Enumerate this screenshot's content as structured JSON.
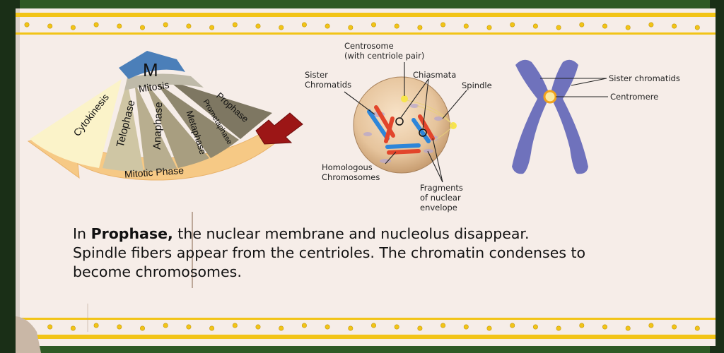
{
  "cycle": {
    "center_label": "M",
    "mitosis_label": "Mitosis",
    "phases": [
      "Prophase",
      "Prometaphase",
      "Metaphase",
      "Anaphase",
      "Telophase",
      "Cytokinesis"
    ],
    "arrow_label": "Mitotic Phase"
  },
  "cell": {
    "centrosome": "Centrosome",
    "centrosome_note": "(with centriole pair)",
    "sister_chromatids_1": "Sister",
    "sister_chromatids_2": "Chromatids",
    "chiasmata": "Chiasmata",
    "spindle": "Spindle",
    "homologous_1": "Homologous",
    "homologous_2": "Chromosomes",
    "fragments_1": "Fragments",
    "fragments_2": "of nuclear",
    "fragments_3": "envelope"
  },
  "chromosome": {
    "sister_chromatids": "Sister chromatids",
    "centromere": "Centromere"
  },
  "description": {
    "intro": "In ",
    "phase": "Prophase,",
    "rest": " the nuclear membrane and nucleolus disappear.",
    "line2": "Spindle fibers appear from the centrioles. The chromatin condenses to",
    "line3": "become chromosomes."
  },
  "colors": {
    "parchment": "#f6ede8",
    "border_stripe": "#f2c417",
    "dot": "#f2c417",
    "m_blue": "#4b7fb9",
    "arrow_cream": "#f6c985",
    "chromosome": "#6f72bc",
    "red_arrow": "#9c1616"
  }
}
